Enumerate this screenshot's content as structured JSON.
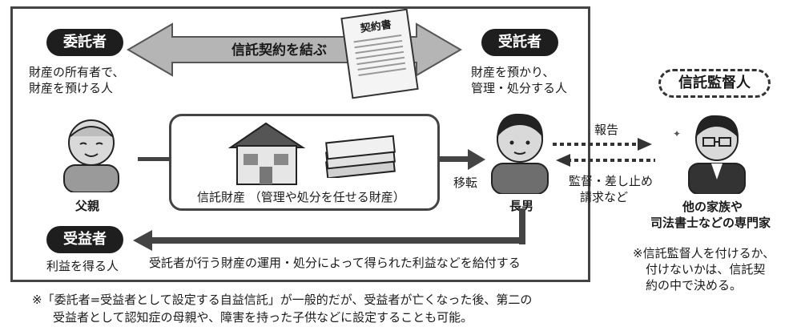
{
  "settlor": {
    "role": "委託者",
    "desc_line1": "財産の所有者で、",
    "desc_line2": "財産を預ける人",
    "person": "父親"
  },
  "trustee": {
    "role": "受託者",
    "desc_line1": "財産を預かり、",
    "desc_line2": "管理・処分する人",
    "person": "長男"
  },
  "beneficiary": {
    "role": "受益者",
    "desc": "利益を得る人"
  },
  "contract": {
    "arrow_label": "信託契約を結ぶ",
    "document_title": "契約書"
  },
  "property": {
    "label": "信託財産 （管理や処分を任せる財産）",
    "transfer_label": "移転"
  },
  "benefit_flow": "受託者が行う財産の運用・処分によって得られた利益などを給付する",
  "supervisor": {
    "title": "信託監督人",
    "report_label": "報告",
    "request_line1": "監督・差し止め",
    "request_line2": "請求など",
    "who_line1": "他の家族や",
    "who_line2": "司法書士などの専門家",
    "note_line1": "※信託監督人を付けるか、",
    "note_line2": "付けないかは、信託契",
    "note_line3": "約の中で決める。"
  },
  "footnote_line1": "※「委託者=受益者として設定する自益信託」が一般的だが、受益者が亡くなった後、第二の",
  "footnote_line2": "受益者として認知症の母親や、障害を持った子供などに設定することも可能。",
  "colors": {
    "dark": "#1e1e1e",
    "arrow_gray": "#b5b5b5",
    "line": "#444444"
  }
}
